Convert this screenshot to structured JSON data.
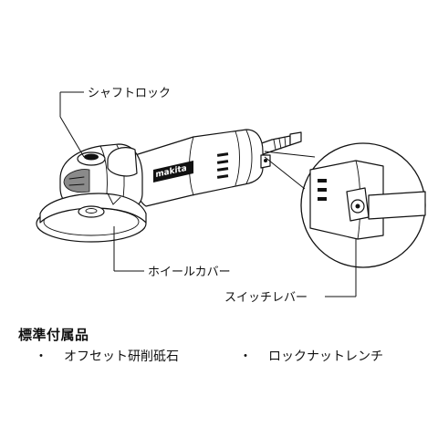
{
  "labels": {
    "shaft_lock": "シャフトロック",
    "wheel_cover": "ホイールカバー",
    "switch_lever": "スイッチレバー",
    "brand": "makita"
  },
  "accessories": {
    "title": "標準付属品",
    "bullet": "・",
    "items": [
      "オフセット研削砥石",
      "ロックナットレンチ"
    ]
  }
}
